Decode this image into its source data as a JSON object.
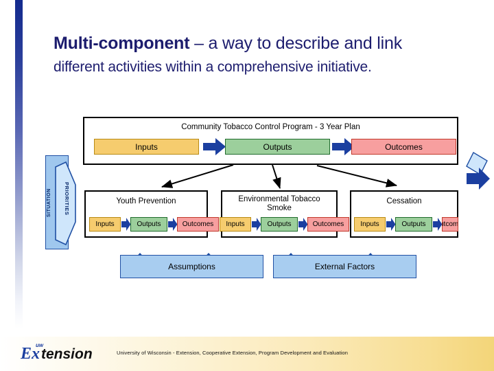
{
  "slide": {
    "title": {
      "lead": "Multi-component",
      "rest": " – a way to describe and link",
      "line2": "different activities within a comprehensive initiative."
    },
    "accent_colors": {
      "title_text": "#1d1d6e",
      "inputs_fill": "#f6cc6e",
      "inputs_border": "#b88a13",
      "outputs_fill": "#9ccf9c",
      "outputs_border": "#1f6b2c",
      "outcomes_fill": "#f79f9f",
      "outcomes_border": "#c1392b",
      "arrow_blue": "#1f4fa3",
      "bottom_box_fill": "#a8cdf0",
      "left_bar_top": "#132a8e",
      "footer_right": "#f3d579"
    }
  },
  "diagram": {
    "left_labels": {
      "situation": "SITUATION",
      "priorities": "PRIORITIES"
    },
    "program_box": {
      "title": "Community Tobacco Control Program - 3 Year Plan",
      "stages": [
        "Inputs",
        "Outputs",
        "Outcomes"
      ]
    },
    "components": [
      {
        "title": "Youth Prevention",
        "title_line2": "",
        "stages": [
          "Inputs",
          "Outputs",
          "Outcomes"
        ]
      },
      {
        "title": "Environmental Tobacco",
        "title_line2": "Smoke",
        "stages": [
          "Inputs",
          "Outputs",
          "Outcomes"
        ]
      },
      {
        "title": "Cessation",
        "title_line2": "",
        "stages": [
          "Inputs",
          "Outputs",
          "Outcomes"
        ]
      }
    ],
    "foundations": [
      {
        "label": "Assumptions"
      },
      {
        "label": "External Factors"
      }
    ]
  },
  "footer": {
    "credit": "University of Wisconsin - Extension, Cooperative Extension, Program Development and Evaluation",
    "logo": {
      "small": "uw",
      "part1": "Ex",
      "part2": "tension"
    }
  }
}
